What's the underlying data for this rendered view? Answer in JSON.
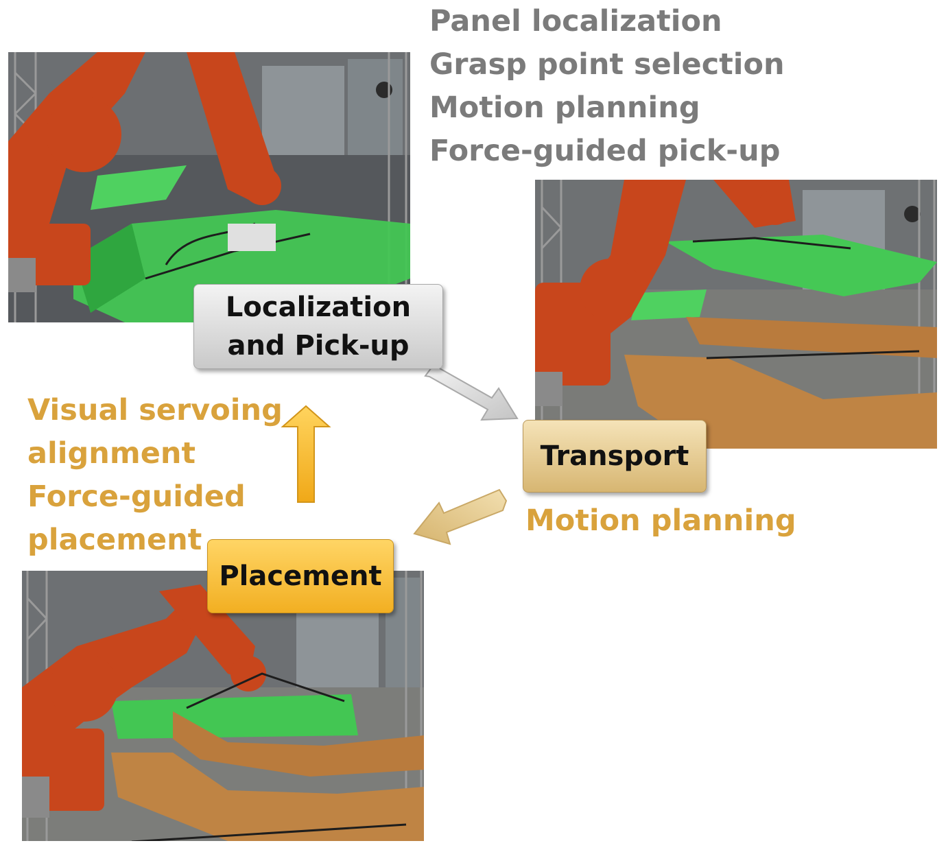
{
  "stages": {
    "pickup": {
      "label_line1": "Localization",
      "label_line2": "and Pick-up",
      "steps": [
        "Panel localization",
        "Grasp point selection",
        "Motion planning",
        "Force-guided pick-up"
      ]
    },
    "transport": {
      "label": "Transport",
      "steps": [
        "Motion planning"
      ]
    },
    "placement": {
      "label": "Placement",
      "steps": [
        "Visual servoing",
        "alignment",
        "Force-guided",
        "placement"
      ]
    }
  },
  "colors": {
    "grey_text": "#7b7b7b",
    "gold_text": "#d9a23c",
    "robot_orange": "#c8461c",
    "panel_green": "#3fc64f",
    "wood": "#b97b3d"
  },
  "photos": {
    "pickup": "photo-robot-pickup-icon",
    "transport": "photo-robot-transport-icon",
    "placement": "photo-robot-placement-icon"
  }
}
